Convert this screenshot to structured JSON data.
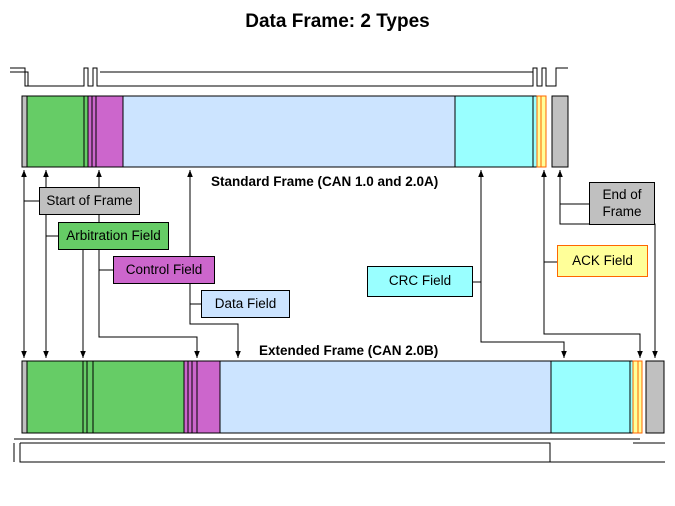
{
  "title": "Data Frame: 2 Types",
  "frames": {
    "standard": "Standard Frame (CAN 1.0 and 2.0A)",
    "extended": "Extended Frame (CAN 2.0B)"
  },
  "labels": {
    "start_of_frame": "Start of Frame",
    "arbitration_field": "Arbitration Field",
    "control_field": "Control Field",
    "data_field": "Data Field",
    "crc_field": "CRC Field",
    "ack_field": "ACK Field",
    "end_of_frame": "End of Frame"
  },
  "colors": {
    "start_of_frame": "#c0c0c0",
    "arbitration": "#66cc66",
    "control": "#cc66cc",
    "data": "#cce4ff",
    "crc": "#99ffff",
    "ack": "#ffff99",
    "ack_border": "#ff6600",
    "end_of_frame": "#c0c0c0"
  }
}
